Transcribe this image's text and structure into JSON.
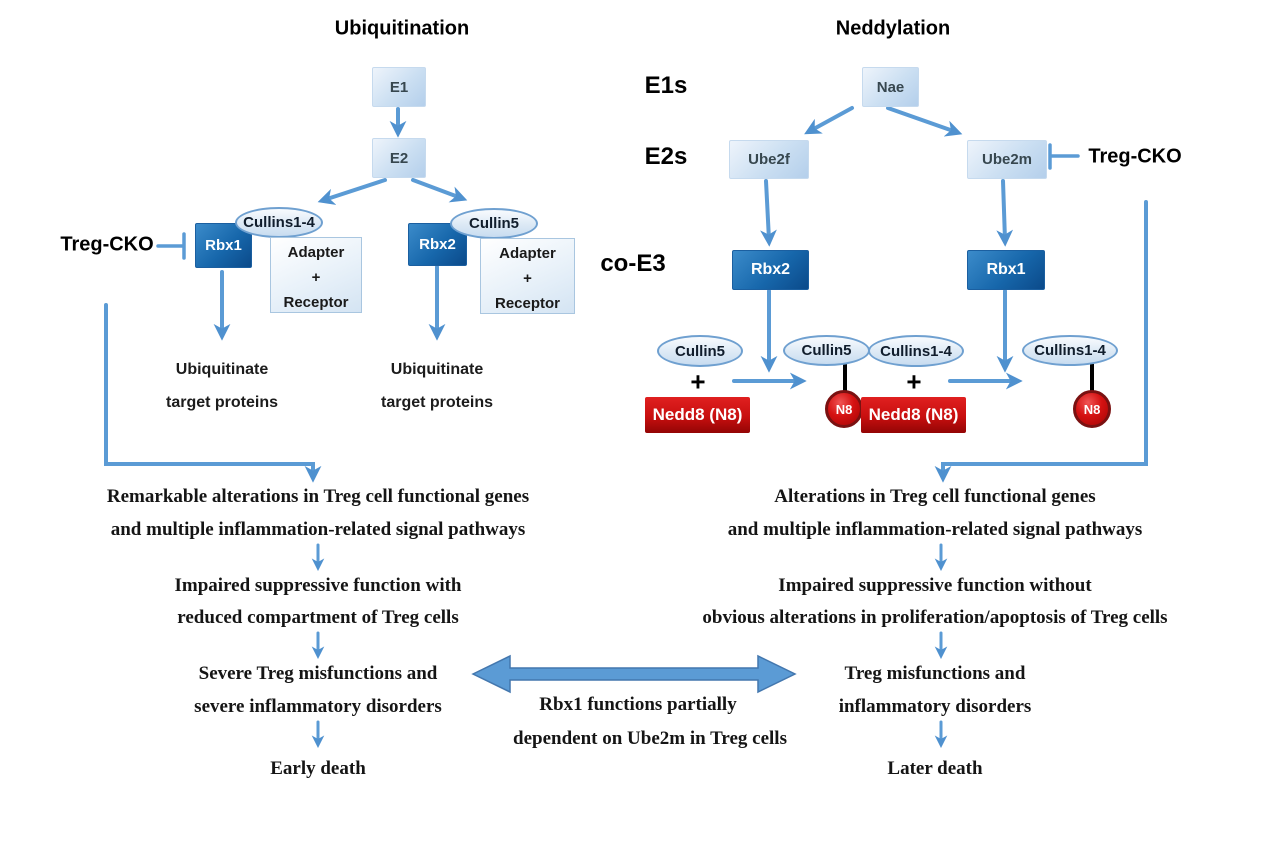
{
  "titles": {
    "ubiquitination": "Ubiquitination",
    "neddylation": "Neddylation"
  },
  "row_labels": {
    "e1s": "E1s",
    "e2s": "E2s",
    "co_e3": "co-E3"
  },
  "ubiquitination": {
    "e1": "E1",
    "e2": "E2",
    "treg_cko": "Treg-CKO",
    "complex1": {
      "rbx": "Rbx1",
      "cullin": "Cullins1-4"
    },
    "complex2": {
      "rbx": "Rbx2",
      "cullin": "Cullin5"
    },
    "adapter": {
      "line1": "Adapter",
      "plus": "+",
      "line2": "Receptor"
    },
    "outcome": {
      "line1": "Ubiquitinate",
      "line2": "target proteins"
    }
  },
  "neddylation": {
    "nae": "Nae",
    "ube2f": "Ube2f",
    "ube2m": "Ube2m",
    "treg_cko": "Treg-CKO",
    "rbx2": "Rbx2",
    "rbx1": "Rbx1",
    "reaction1": {
      "substrate": "Cullin5",
      "plus": "+",
      "nedd8": "Nedd8 (N8)",
      "product": "Cullin5",
      "n8": "N8"
    },
    "reaction2": {
      "substrate": "Cullins1-4",
      "plus": "+",
      "nedd8": "Nedd8 (N8)",
      "product": "Cullins1-4",
      "n8": "N8"
    }
  },
  "left_flow": {
    "step1_line1": "Remarkable alterations in Treg cell functional genes",
    "step1_line2": "and multiple inflammation-related signal pathways",
    "step2_line1": "Impaired suppressive function with",
    "step2_line2": "reduced compartment of Treg cells",
    "step3_line1": "Severe Treg misfunctions and",
    "step3_line2": "severe inflammatory disorders",
    "step4": "Early death"
  },
  "right_flow": {
    "step1_line1": "Alterations in Treg cell functional genes",
    "step1_line2": "and multiple inflammation-related signal pathways",
    "step2_line1": "Impaired suppressive function without",
    "step2_line2": "obvious alterations in proliferation/apoptosis of Treg cells",
    "step3_line1": "Treg misfunctions and",
    "step3_line2": "inflammatory disorders",
    "step4": "Later death"
  },
  "center_note": {
    "line1": "Rbx1 functions partially",
    "line2": "dependent on Ube2m in Treg cells"
  },
  "colors": {
    "arrow_blue": "#5b9bd5",
    "dark_box_blue": "#0b4a8a",
    "light_box_blue": "#cbdff2",
    "ellipse_border_blue": "#6fa0d0",
    "red": "#c80f0f",
    "link_black": "#000000"
  }
}
